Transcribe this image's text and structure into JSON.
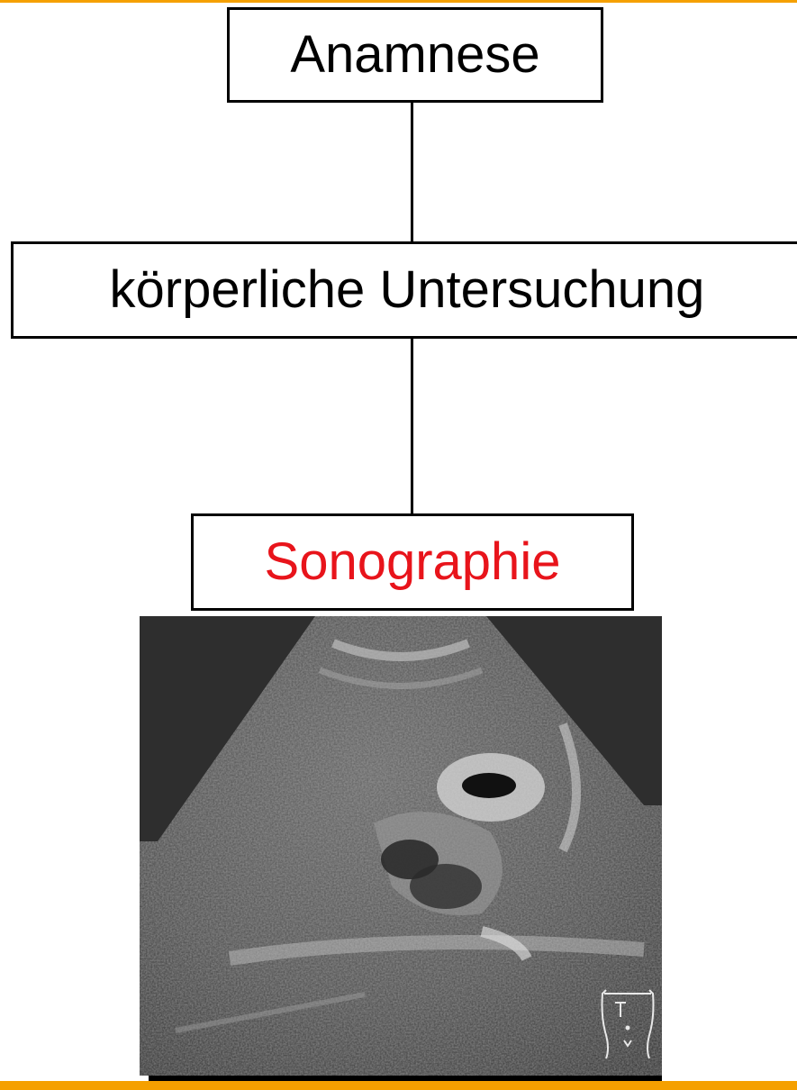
{
  "theme": {
    "accent_color": "#F5A000",
    "highlight_text_color": "#E8141B",
    "text_color": "#000000"
  },
  "flowchart": {
    "steps": [
      {
        "label": "Anamnese"
      },
      {
        "label": "körperliche Untersuchung"
      },
      {
        "label": "Sonographie"
      }
    ]
  },
  "image": {
    "kind": "abdominal ultrasound scan",
    "body_marker_icon": "torso-body-marker-icon"
  }
}
